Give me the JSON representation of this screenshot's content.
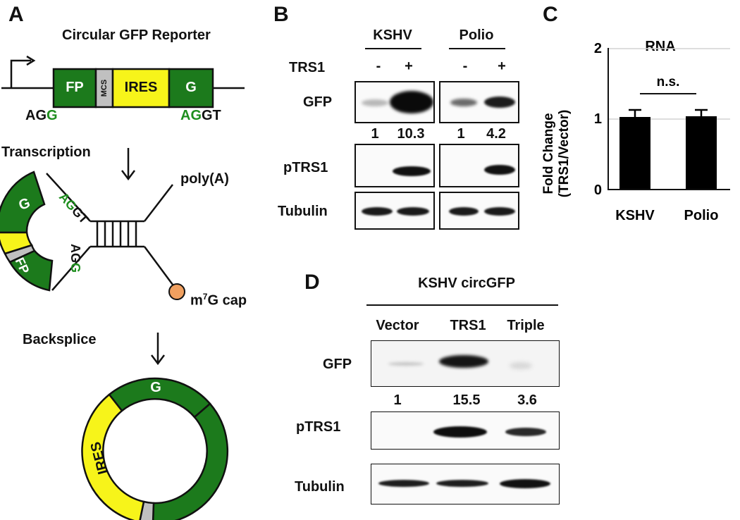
{
  "panels": {
    "a": "A",
    "b": "B",
    "c": "C",
    "d": "D"
  },
  "panel_a": {
    "title": "Circular GFP Reporter",
    "construct": {
      "fp": "FP",
      "mcs": "MCS",
      "ires": "IRES",
      "g": "G"
    },
    "splice_left_black": "AG",
    "splice_left_green": "G",
    "splice_right_green": "AG",
    "splice_right_black": "GT",
    "transcription": "Transcription",
    "polya": "poly(A)",
    "cap_pre": "m",
    "cap_sup": "7",
    "cap_post": "G cap",
    "backsplice": "Backsplice",
    "colors": {
      "green": "#1c7a1c",
      "yellow": "#f7f41a",
      "gray": "#c0c0c0",
      "cap": "#f0a060",
      "label_green": "#1e8e1e"
    }
  },
  "panel_b": {
    "groups": [
      "KSHV",
      "Polio"
    ],
    "row_label": "TRS1",
    "lanes": [
      "-",
      "+",
      "-",
      "+"
    ],
    "blots": [
      "GFP",
      "pTRS1",
      "Tubulin"
    ],
    "quant": [
      "1",
      "10.3",
      "1",
      "4.2"
    ]
  },
  "panel_c": {
    "title": "RNA",
    "ylabel_1": "Fold Change",
    "ylabel_2": "(TRS1/Vector)",
    "annotation": "n.s.",
    "y_ticks": [
      "0",
      "1",
      "2"
    ]
  },
  "chart_data": {
    "type": "bar",
    "title": "RNA",
    "categories": [
      "KSHV",
      "Polio"
    ],
    "values": [
      1.03,
      1.04
    ],
    "errors": [
      0.1,
      0.09
    ],
    "ylabel": "Fold Change (TRS1/Vector)",
    "ylim": [
      0,
      2
    ],
    "grid": true
  },
  "panel_d": {
    "title": "KSHV circGFP",
    "lanes": [
      "Vector",
      "TRS1",
      "Triple"
    ],
    "blots": [
      "GFP",
      "pTRS1",
      "Tubulin"
    ],
    "quant": [
      "1",
      "15.5",
      "3.6"
    ]
  }
}
